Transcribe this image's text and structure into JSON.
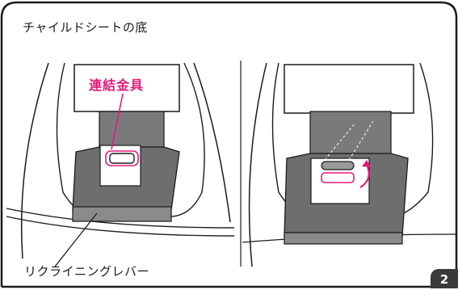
{
  "title": "チャイルドシートの底",
  "labels": {
    "metal_fitting": "連結金具",
    "recline_lever": "リクライニングレバー"
  },
  "page_number": "2",
  "colors": {
    "accent": "#e6197e",
    "strap": "#7a7a7a",
    "frame": "#1a1a1a",
    "badge": "#3a3a3a"
  }
}
